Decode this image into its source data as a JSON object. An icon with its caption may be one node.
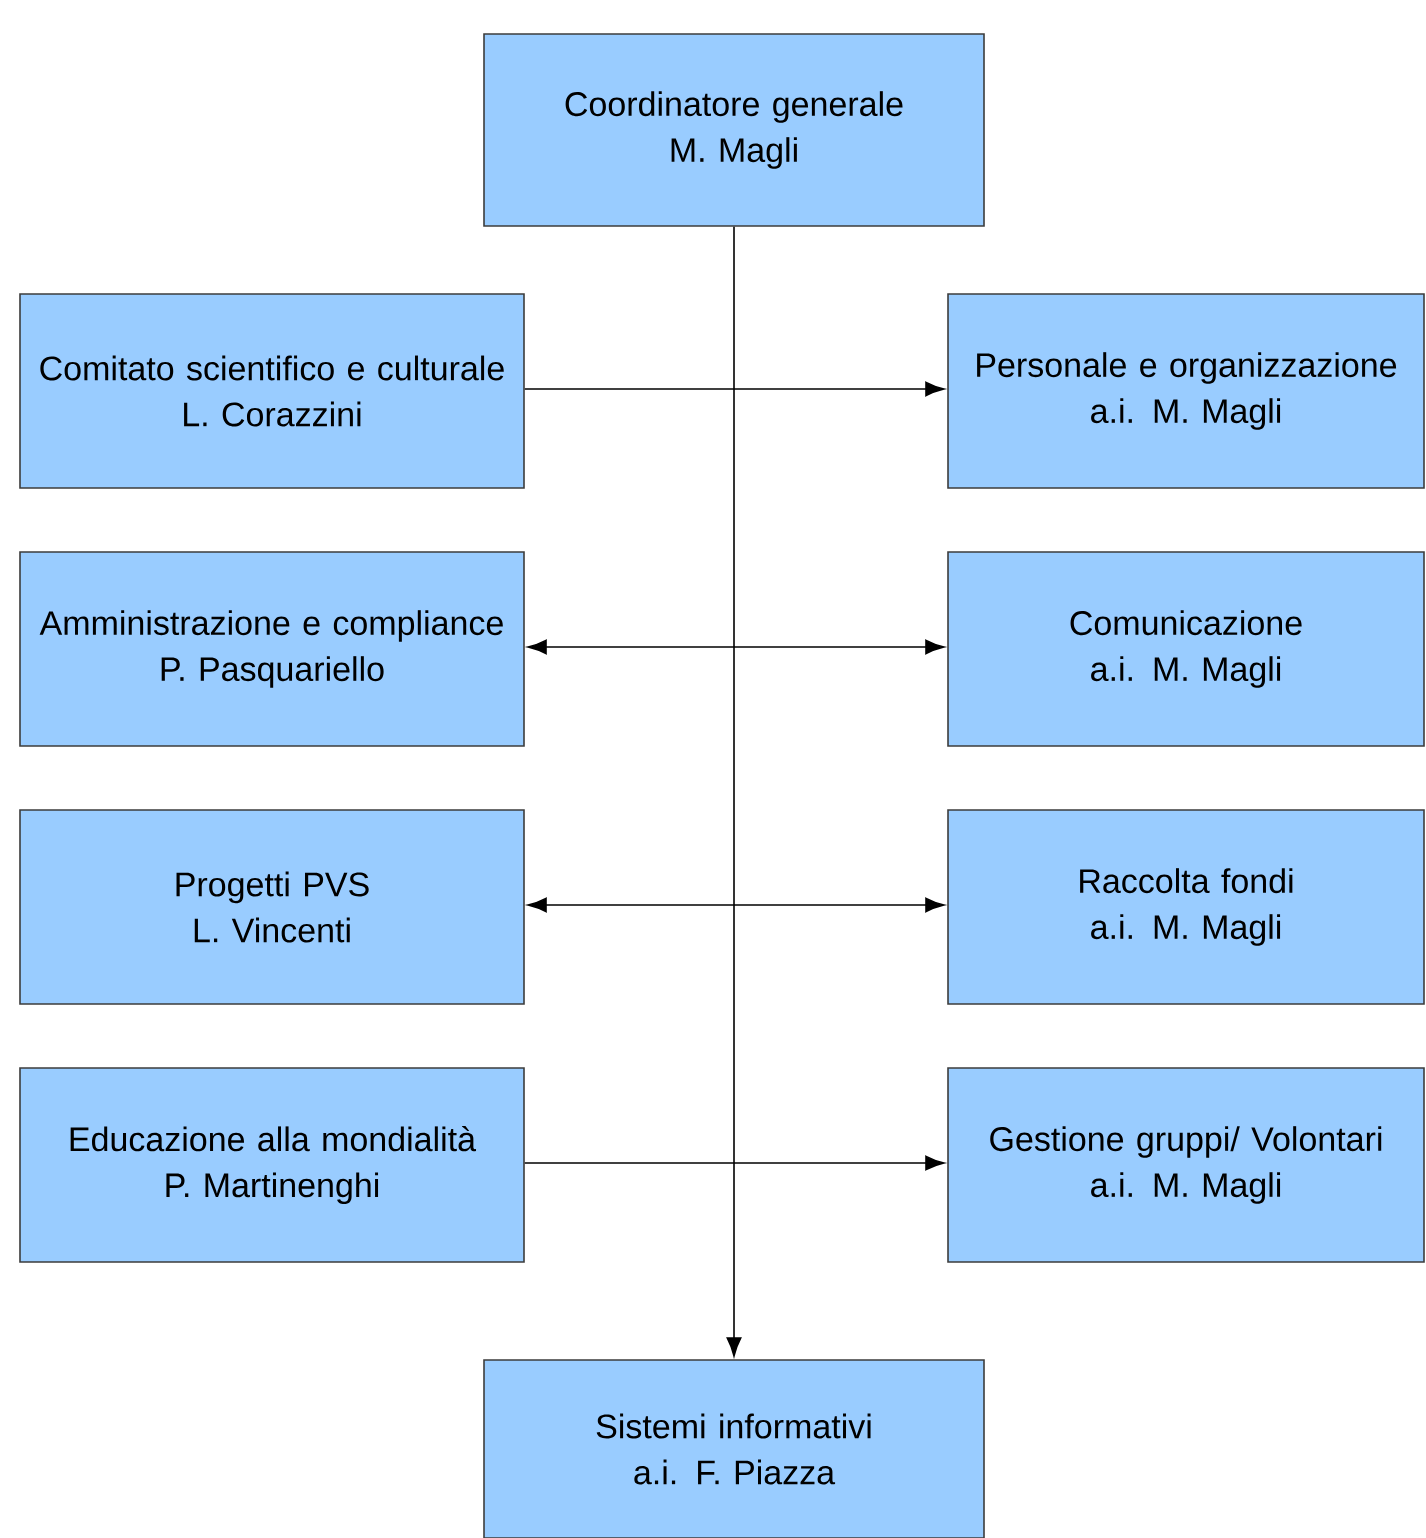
{
  "diagram": {
    "nodes": [
      {
        "text": [
          "Coordinatore generale",
          "M. Magli"
        ]
      },
      {
        "text": [
          "Comitato scientifico e culturale",
          "L. Corazzini"
        ]
      },
      {
        "text": [
          "Personale e organizzazione",
          "a.i. M. Magli"
        ]
      },
      {
        "text": [
          "Amministrazione e compliance",
          "P. Pasquariello"
        ]
      },
      {
        "text": [
          "Comunicazione",
          "a.i. M. Magli"
        ]
      },
      {
        "text": [
          "Progetti PVS",
          "L. Vincenti"
        ]
      },
      {
        "text": [
          "Raccolta fondi",
          "a.i. M. Magli"
        ]
      },
      {
        "text": [
          "Educazione alla mondialità",
          "P. Martinenghi"
        ]
      },
      {
        "text": [
          "Gestione gruppi/ Volontari",
          "a.i. M. Magli"
        ]
      },
      {
        "text": [
          "Sistemi informativi",
          "a.i. F. Piazza"
        ]
      }
    ],
    "edges": [
      {
        "from": 0,
        "to": 9,
        "arrow": "to"
      },
      {
        "from": 1,
        "to": 2,
        "arrow": "to"
      },
      {
        "from": 3,
        "to": 4,
        "arrow": "both"
      },
      {
        "from": 5,
        "to": 6,
        "arrow": "both"
      },
      {
        "from": 7,
        "to": 8,
        "arrow": "to"
      }
    ]
  }
}
